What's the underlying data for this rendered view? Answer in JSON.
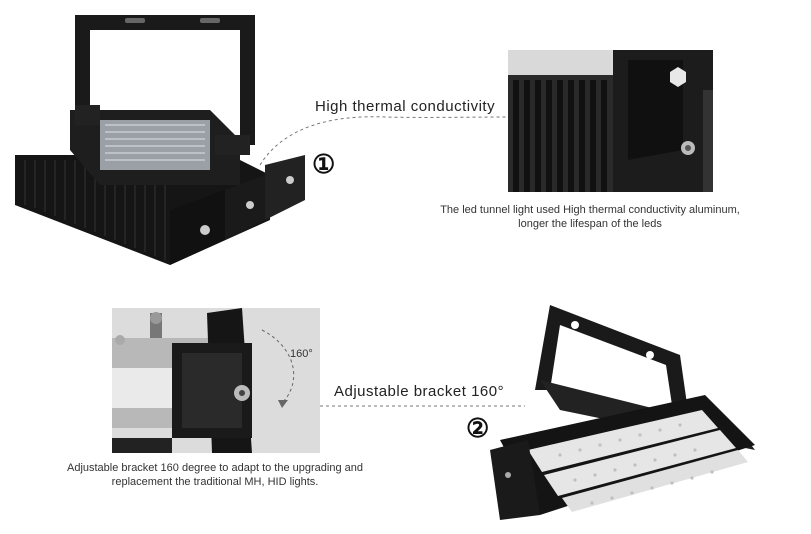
{
  "feature1": {
    "callout": "High thermal conductivity",
    "number": "①",
    "caption_line1": "The led tunnel light  used High thermal conductivity aluminum,",
    "caption_line2": "longer the lifespan of the leds"
  },
  "feature2": {
    "callout": "Adjustable bracket 160°",
    "number": "②",
    "angle": "160°",
    "caption_line1": "Adjustable bracket 160 degree to adapt to the upgrading and",
    "caption_line2": "replacement the traditional MH, HID lights."
  },
  "colors": {
    "housing": "#1a1a1a",
    "fins": "#2a2a2a",
    "led_panel": "#e8e8e8",
    "background": "#ffffff"
  }
}
